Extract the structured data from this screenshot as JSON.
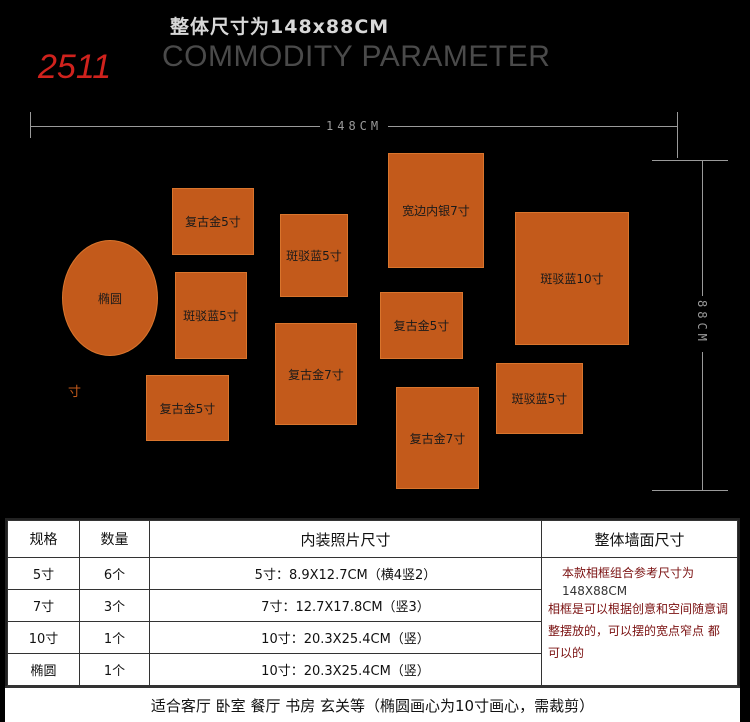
{
  "header": {
    "title_cn": "整体尺寸为148x88CM",
    "title_en": "COMMODITY PARAMETER",
    "model_number": "2511"
  },
  "dimensions": {
    "width_label": "148CM",
    "height_label": "88CM"
  },
  "frames": [
    {
      "label": "复古金5寸"
    },
    {
      "label": "斑驳蓝5寸"
    },
    {
      "label": "宽边内银7寸"
    },
    {
      "label": "斑驳蓝10寸"
    },
    {
      "label": "椭圆"
    },
    {
      "label": "斑驳蓝5寸"
    },
    {
      "label": "复古金5寸"
    },
    {
      "label": "复古金7寸"
    },
    {
      "label": "复古金5寸"
    },
    {
      "label": "斑驳蓝5寸"
    },
    {
      "label": "复古金7寸"
    }
  ],
  "stray_label": "寸",
  "spec_table": {
    "headers": [
      "规格",
      "数量",
      "内装照片尺寸",
      "整体墙面尺寸"
    ],
    "rows": [
      {
        "size": "5寸",
        "qty": "6个",
        "photo": "5寸：8.9X12.7CM（横4竖2）"
      },
      {
        "size": "7寸",
        "qty": "3个",
        "photo": "7寸：12.7X17.8CM（竖3）"
      },
      {
        "size": "10寸",
        "qty": "1个",
        "photo": "10寸：20.3X25.4CM（竖）"
      },
      {
        "size": "椭圆",
        "qty": "1个",
        "photo": "10寸：20.3X25.4CM（竖）"
      }
    ],
    "note_line1": "本款相框组合参考尺寸为",
    "note_line2": "148X88CM",
    "note_line3": "相框是可以根据创意和空间随意调整摆放的，可以摆的宽点窄点 都可以的"
  },
  "footer": "适合客厅  卧室  餐厅  书房  玄关等（椭圆画心为10寸画心，需裁剪）"
}
